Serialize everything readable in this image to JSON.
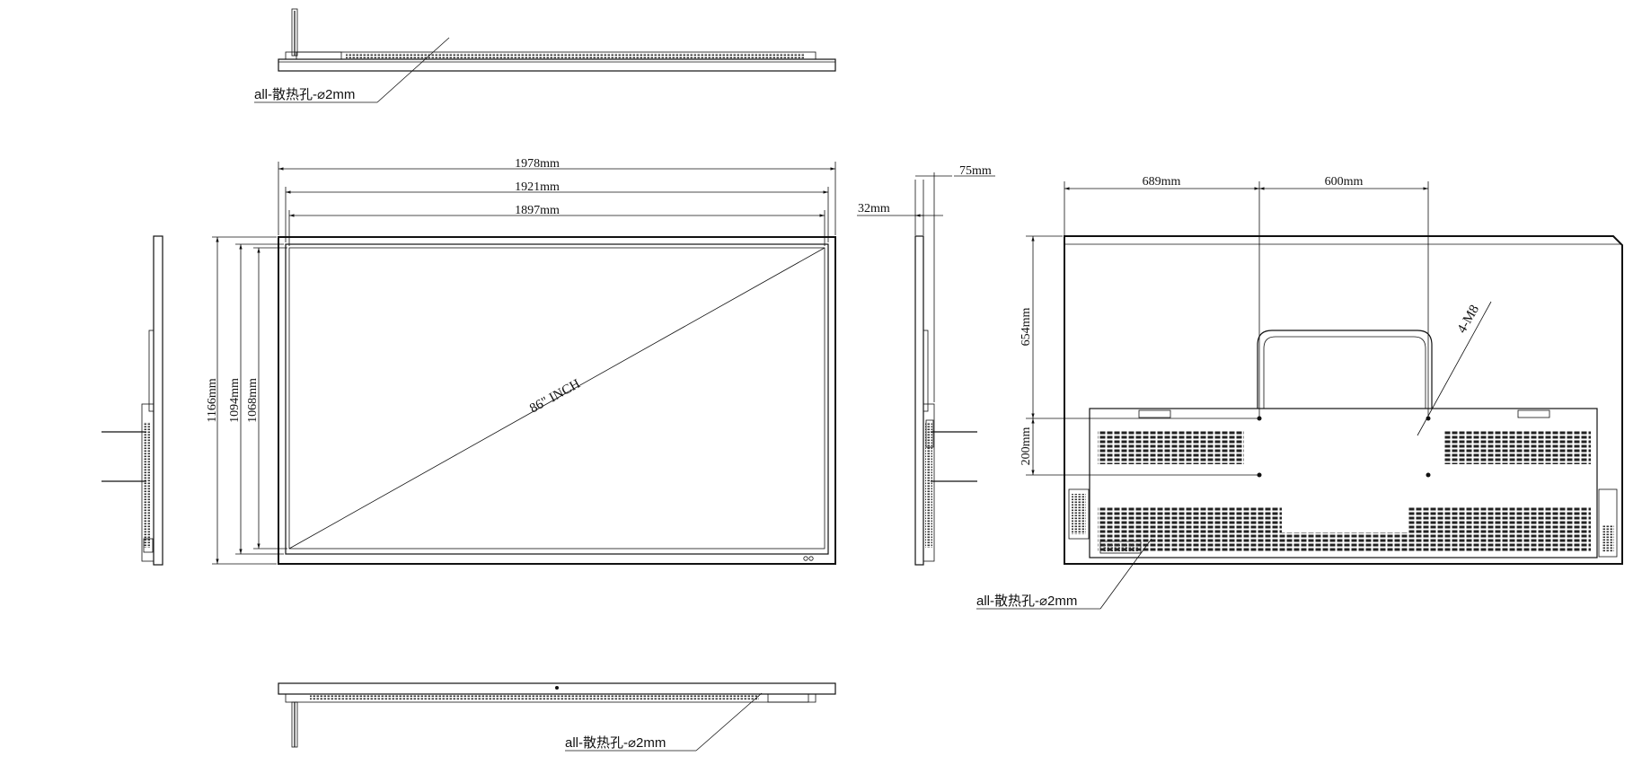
{
  "dimensions": {
    "overall_width": "1978mm",
    "frame_width": "1921mm",
    "active_width": "1897mm",
    "overall_height": "1166mm",
    "frame_height": "1094mm",
    "active_height": "1068mm",
    "depth_total": "75mm",
    "depth_body": "32mm",
    "mount_left_offset": "689mm",
    "mount_horizontal_spacing": "600mm",
    "mount_top_offset": "654mm",
    "mount_vertical_spacing": "200mm"
  },
  "labels": {
    "diagonal": "86\" INCH",
    "vesa_holes": "4-M8",
    "vent_top": "all-散热孔-⌀2mm",
    "vent_bottom": "all-散热孔-⌀2mm",
    "vent_rear": "all-散热孔-⌀2mm"
  }
}
